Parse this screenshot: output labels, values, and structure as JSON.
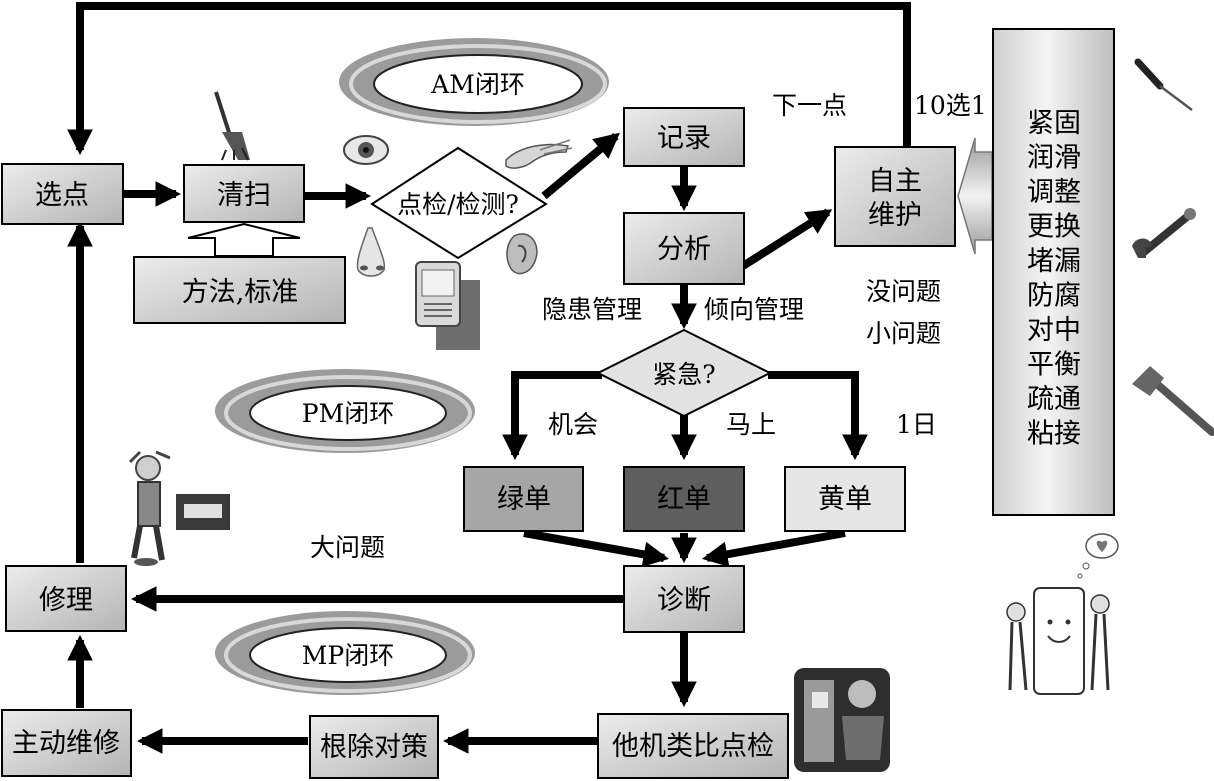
{
  "nodes": {
    "select_point": "选点",
    "clean": "清扫",
    "method_standard": "方法,标准",
    "inspect": "点检/检测?",
    "record": "记录",
    "analyze": "分析",
    "autonomous_line1": "自主",
    "autonomous_line2": "维护",
    "urgent": "紧急?",
    "green_ticket": "绿单",
    "red_ticket": "红单",
    "yellow_ticket": "黄单",
    "diagnose": "诊断",
    "repair": "修理",
    "proactive_maintenance": "主动维修",
    "root_cause": "根除对策",
    "cross_check": "他机类比点检"
  },
  "loops": {
    "am": "AM闭环",
    "pm": "PM闭环",
    "mp": "MP闭环"
  },
  "labels": {
    "next_point": "下一点",
    "ten_choose_one": "10选1",
    "no_problem": "没问题",
    "small_problem": "小问题",
    "hidden_danger": "隐患管理",
    "trend": "倾向管理",
    "opportunity": "机会",
    "immediately": "马上",
    "one_day": "1日",
    "big_problem": "大问题"
  },
  "side_list": [
    "紧固",
    "润滑",
    "调整",
    "更换",
    "堵漏",
    "防腐",
    "对中",
    "平衡",
    "疏通",
    "粘接"
  ],
  "colors": {
    "box_fill": "#c8c8c8",
    "green_ticket": "#a6a6a6",
    "red_ticket": "#5e5e5e",
    "yellow_ticket": "#e6e6e6",
    "arrow": "#000000"
  }
}
